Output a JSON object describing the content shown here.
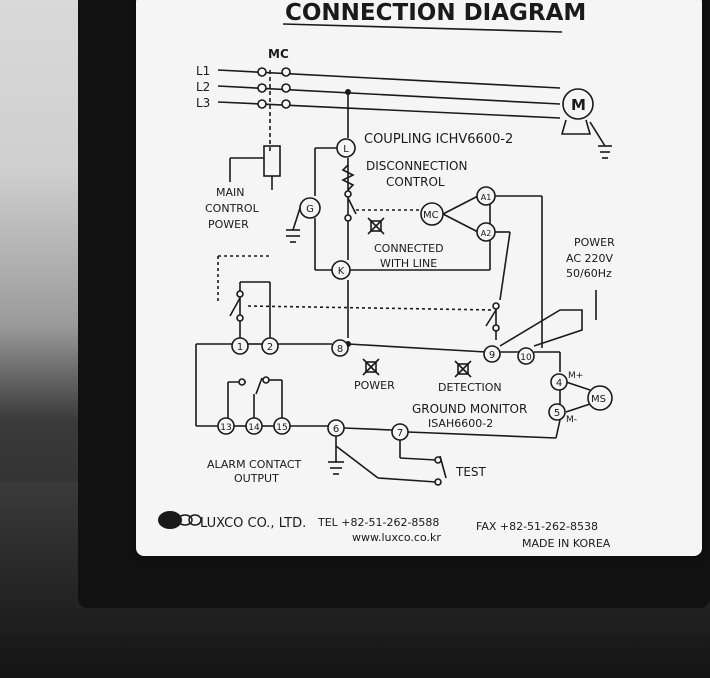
{
  "title": "CONNECTION DIAGRAM",
  "labels": {
    "mc": "MC",
    "l1": "L1",
    "l2": "L2",
    "l3": "L3",
    "motor": "M",
    "coupling": "COUPLING ICHV6600-2",
    "disconnection_1": "DISCONNECTION",
    "disconnection_2": "CONTROL",
    "main_power_1": "MAIN",
    "main_power_2": "CONTROL",
    "main_power_3": "POWER",
    "connected_1": "CONNECTED",
    "connected_2": "WITH LINE",
    "power_supply_1": "POWER",
    "power_supply_2": "AC 220V",
    "power_supply_3": "50/60Hz",
    "led_power": "POWER",
    "led_detection": "DETECTION",
    "ground_monitor_1": "GROUND MONITOR",
    "ground_monitor_2": "ISAH6600-2",
    "alarm_1": "ALARM CONTACT",
    "alarm_2": "OUTPUT",
    "test": "TEST",
    "m_plus": "M+",
    "m_minus": "M-",
    "ms": "MS",
    "mc_coil": "MC"
  },
  "terminals": {
    "L": "L",
    "G": "G",
    "K": "K",
    "A1": "A1",
    "A2": "A2",
    "t1": "1",
    "t2": "2",
    "t8": "8",
    "t9": "9",
    "t10": "10",
    "t4": "4",
    "t5": "5",
    "t6": "6",
    "t7": "7",
    "t13": "13",
    "t14": "14",
    "t15": "15"
  },
  "footer": {
    "company": "LUXCO CO., LTD.",
    "tel": "TEL +82-51-262-8588",
    "fax": "FAX +82-51-262-8538",
    "website": "www.luxco.co.kr",
    "made_in": "MADE IN KOREA"
  },
  "colors": {
    "ink": "#1a1a1a",
    "label_bg": "#f5f5f5",
    "housing": "#111111"
  }
}
